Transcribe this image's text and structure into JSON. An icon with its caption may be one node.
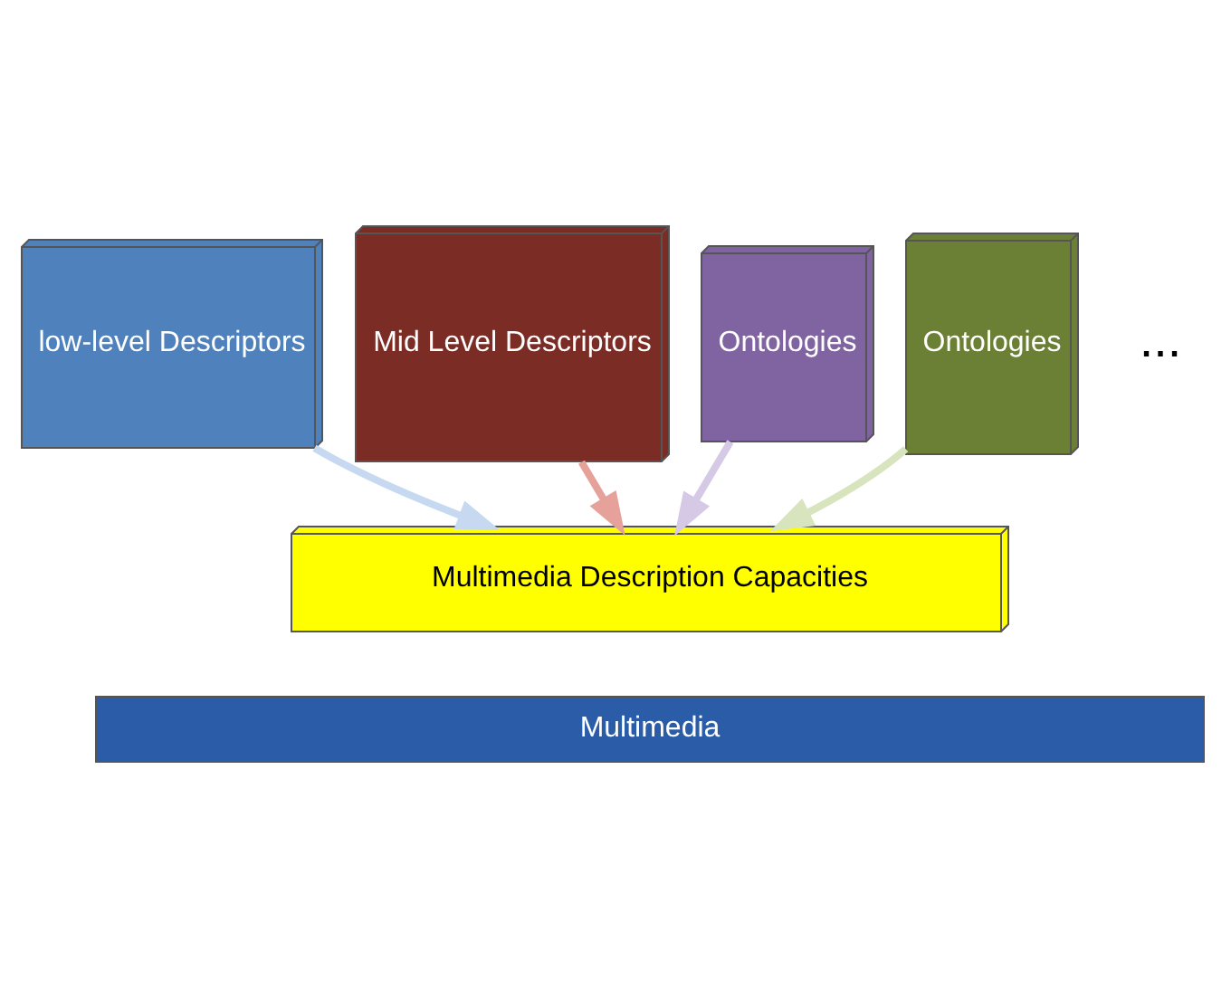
{
  "diagram": {
    "nodes": [
      {
        "text": [
          "low-level Descriptors"
        ]
      },
      {
        "text": [
          "Mid Level Descriptors"
        ]
      },
      {
        "text": [
          "Ontologies"
        ]
      },
      {
        "text": [
          "Ontologies"
        ]
      },
      {
        "text": [
          "Multimedia Description Capacities"
        ]
      },
      {
        "text": [
          "Multimedia"
        ]
      }
    ],
    "edges": [
      {
        "from": 0,
        "to": 4,
        "arrow": "to",
        "color": "#c6d9f1"
      },
      {
        "from": 1,
        "to": 4,
        "arrow": "to",
        "color": "#e6a19b"
      },
      {
        "from": 2,
        "to": 4,
        "arrow": "to",
        "color": "#d6c9e6"
      },
      {
        "from": 3,
        "to": 4,
        "arrow": "to",
        "color": "#d7e4bd"
      }
    ],
    "labels": [
      "..."
    ]
  }
}
